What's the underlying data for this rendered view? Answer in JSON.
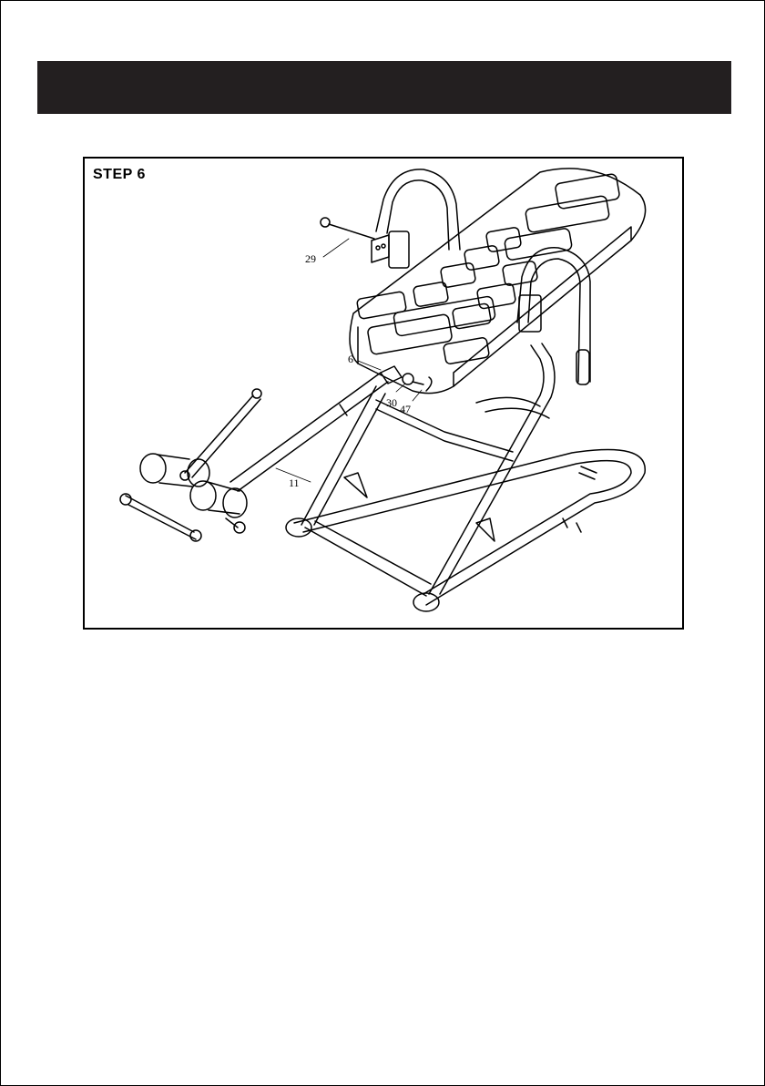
{
  "header": {
    "color": "#231f20"
  },
  "step": {
    "title": "STEP 6",
    "parts": [
      {
        "id": "29",
        "label": "29"
      },
      {
        "id": "6",
        "label": "6"
      },
      {
        "id": "30",
        "label": "30"
      },
      {
        "id": "47",
        "label": "47"
      },
      {
        "id": "11",
        "label": "11"
      }
    ]
  }
}
